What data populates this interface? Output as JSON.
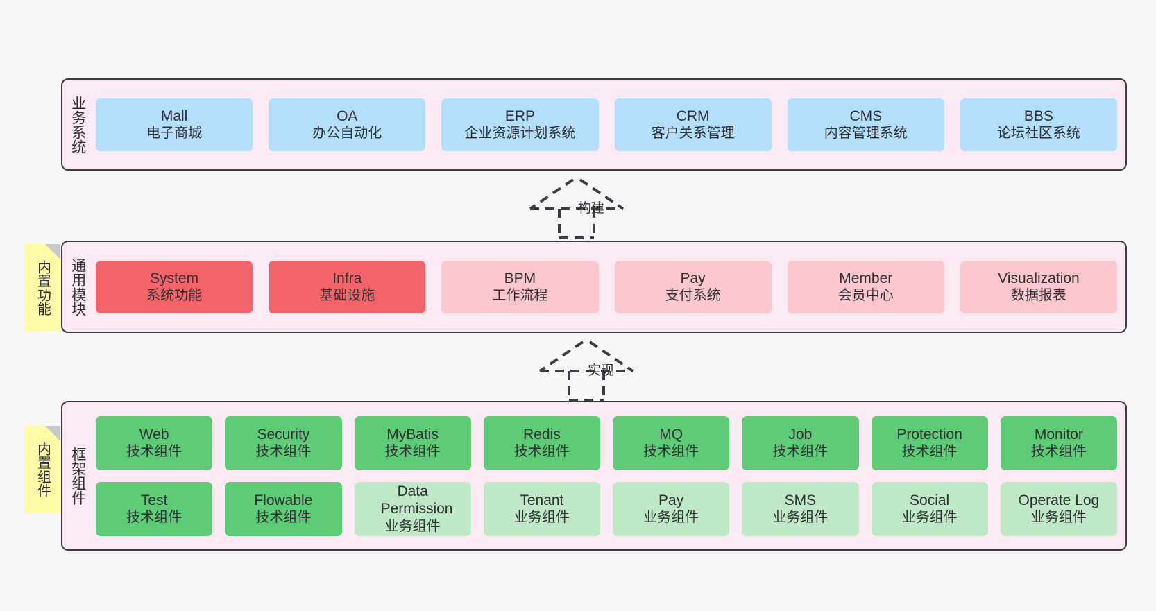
{
  "layers": [
    {
      "id": "business-system",
      "title": "业务系统",
      "rows": [
        [
          {
            "name": "Mall",
            "desc": "电子商城",
            "color": "#b3dffc",
            "style": "blue"
          },
          {
            "name": "OA",
            "desc": "办公自动化",
            "color": "#b3dffc",
            "style": "blue"
          },
          {
            "name": "ERP",
            "desc": "企业资源计划系统",
            "color": "#b3dffc",
            "style": "blue"
          },
          {
            "name": "CRM",
            "desc": "客户关系管理",
            "color": "#b3dffc",
            "style": "blue"
          },
          {
            "name": "CMS",
            "desc": "内容管理系统",
            "color": "#b3dffc",
            "style": "blue"
          },
          {
            "name": "BBS",
            "desc": "论坛社区系统",
            "color": "#b3dffc",
            "style": "blue"
          }
        ]
      ]
    },
    {
      "id": "common-module",
      "title": "通用模块",
      "note": "内置功能",
      "rows": [
        [
          {
            "name": "System",
            "desc": "系统功能",
            "color": "#f2646a",
            "style": "red"
          },
          {
            "name": "Infra",
            "desc": "基础设施",
            "color": "#f2646a",
            "style": "red"
          },
          {
            "name": "BPM",
            "desc": "工作流程",
            "color": "#fbc6cd",
            "style": "pink"
          },
          {
            "name": "Pay",
            "desc": "支付系统",
            "color": "#fbc6cd",
            "style": "pink"
          },
          {
            "name": "Member",
            "desc": "会员中心",
            "color": "#fbc6cd",
            "style": "pink"
          },
          {
            "name": "Visualization",
            "desc": "数据报表",
            "color": "#fbc6cd",
            "style": "pink"
          }
        ]
      ]
    },
    {
      "id": "framework-component",
      "title": "框架组件",
      "note": "内置组件",
      "rows": [
        [
          {
            "name": "Web",
            "desc": "技术组件",
            "color": "#5ecb76",
            "style": "green"
          },
          {
            "name": "Security",
            "desc": "技术组件",
            "color": "#5ecb76",
            "style": "green"
          },
          {
            "name": "MyBatis",
            "desc": "技术组件",
            "color": "#5ecb76",
            "style": "green"
          },
          {
            "name": "Redis",
            "desc": "技术组件",
            "color": "#5ecb76",
            "style": "green"
          },
          {
            "name": "MQ",
            "desc": "技术组件",
            "color": "#5ecb76",
            "style": "green"
          },
          {
            "name": "Job",
            "desc": "技术组件",
            "color": "#5ecb76",
            "style": "green"
          },
          {
            "name": "Protection",
            "desc": "技术组件",
            "color": "#5ecb76",
            "style": "green"
          },
          {
            "name": "Monitor",
            "desc": "技术组件",
            "color": "#5ecb76",
            "style": "green"
          }
        ],
        [
          {
            "name": "Test",
            "desc": "技术组件",
            "color": "#5ecb76",
            "style": "green"
          },
          {
            "name": "Flowable",
            "desc": "技术组件",
            "color": "#5ecb76",
            "style": "green"
          },
          {
            "name": "Data Permission",
            "desc": "业务组件",
            "color": "#bfe9c6",
            "style": "lgreen"
          },
          {
            "name": "Tenant",
            "desc": "业务组件",
            "color": "#bfe9c6",
            "style": "lgreen"
          },
          {
            "name": "Pay",
            "desc": "业务组件",
            "color": "#bfe9c6",
            "style": "lgreen"
          },
          {
            "name": "SMS",
            "desc": "业务组件",
            "color": "#bfe9c6",
            "style": "lgreen"
          },
          {
            "name": "Social",
            "desc": "业务组件",
            "color": "#bfe9c6",
            "style": "lgreen"
          },
          {
            "name": "Operate Log",
            "desc": "业务组件",
            "color": "#bfe9c6",
            "style": "lgreen"
          }
        ]
      ]
    }
  ],
  "connectors": [
    {
      "id": "build",
      "label": "构建"
    },
    {
      "id": "implement",
      "label": "实现"
    }
  ],
  "colors": {
    "canvas": "#f7f7f7",
    "layer_fill": "#fbeaf4",
    "layer_border": "#3b3b45",
    "note_fill": "#fdfaa8",
    "note_fold": "#c9c9c9",
    "blue": "#b3dffc",
    "red": "#f2646a",
    "pink": "#fbc6cd",
    "green": "#5ecb76",
    "light_green": "#bfe9c6",
    "text": "#2f3036"
  }
}
